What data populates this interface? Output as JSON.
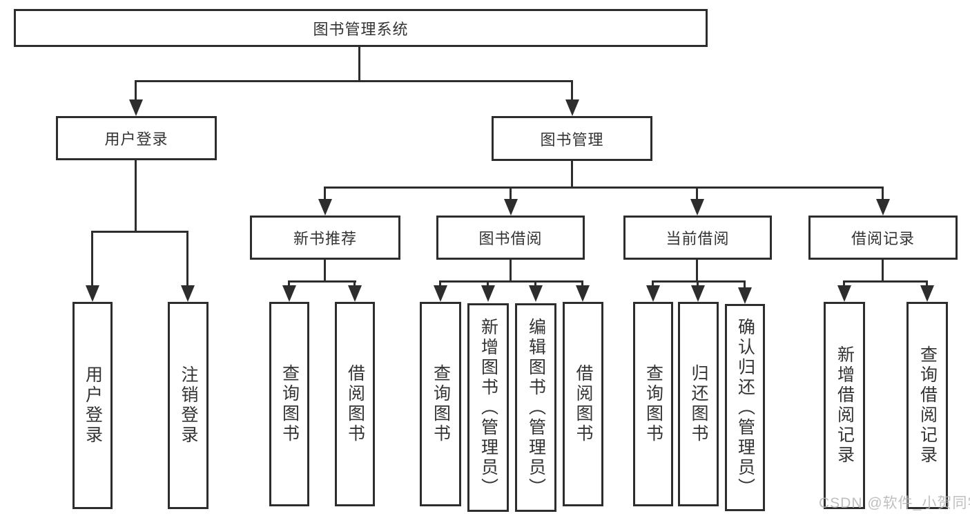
{
  "diagram": {
    "root": {
      "label": "图书管理系统"
    },
    "branches": [
      {
        "label": "用户登录",
        "children": [
          {
            "label": "用户登录"
          },
          {
            "label": "注销登录"
          }
        ]
      },
      {
        "label": "图书管理",
        "children": [
          {
            "label": "新书推荐",
            "children": [
              {
                "label": "查询图书"
              },
              {
                "label": "借阅图书"
              }
            ]
          },
          {
            "label": "图书借阅",
            "children": [
              {
                "label": "查询图书"
              },
              {
                "label": "新增图书（管理员）"
              },
              {
                "label": "编辑图书（管理员）"
              },
              {
                "label": "借阅图书"
              }
            ]
          },
          {
            "label": "当前借阅",
            "children": [
              {
                "label": "查询图书"
              },
              {
                "label": "归还图书"
              },
              {
                "label": "确认归还（管理员）"
              }
            ]
          },
          {
            "label": "借阅记录",
            "children": [
              {
                "label": "新增借阅记录"
              },
              {
                "label": "查询借阅记录"
              }
            ]
          }
        ]
      }
    ]
  },
  "watermark": {
    "text": "CSDN @软件_小贺同学"
  },
  "colors": {
    "line": "#2d2d2d",
    "text": "#333333",
    "box_background": "#ffffff",
    "page_background": "#ffffff",
    "watermark": "#b5b5b5"
  }
}
